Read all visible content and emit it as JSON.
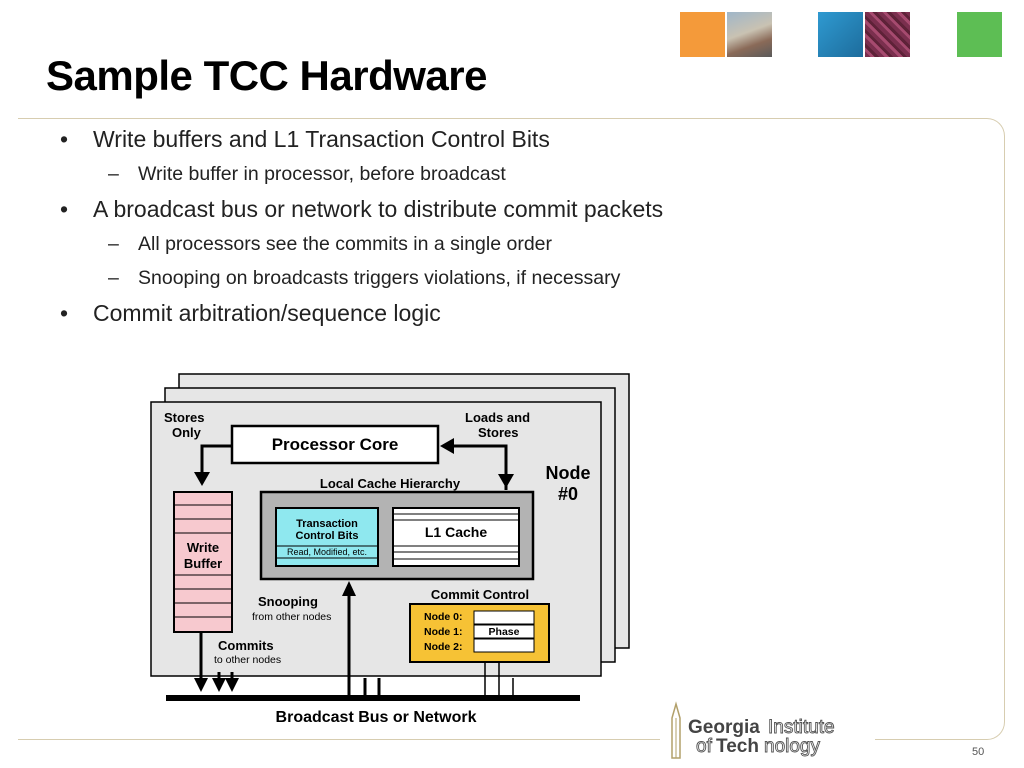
{
  "slide": {
    "title": "Sample TCC Hardware",
    "page_number": "50"
  },
  "bullets": [
    {
      "level": 1,
      "text": "Write buffers and L1 Transaction Control Bits"
    },
    {
      "level": 2,
      "text": "Write buffer in processor, before broadcast"
    },
    {
      "level": 1,
      "text": "A broadcast bus or network to distribute commit packets"
    },
    {
      "level": 2,
      "text": "All processors see the commits in a single order"
    },
    {
      "level": 2,
      "text": "Snooping on broadcasts triggers violations, if necessary"
    },
    {
      "level": 1,
      "text": "Commit arbitration/sequence logic"
    }
  ],
  "bullet_glyphs": {
    "level1": "•",
    "level2": "–"
  },
  "diagram": {
    "stores_only_1": "Stores",
    "stores_only_2": "Only",
    "loads_stores_1": "Loads and",
    "loads_stores_2": "Stores",
    "processor_core": "Processor Core",
    "node_1": "Node",
    "node_2": "#0",
    "local_cache": "Local Cache Hierarchy",
    "tcb_1": "Transaction",
    "tcb_2": "Control Bits",
    "tcb_sub": "Read, Modified, etc.",
    "l1_cache": "L1 Cache",
    "write_buffer_1": "Write",
    "write_buffer_2": "Buffer",
    "snooping": "Snooping",
    "snooping_sub": "from other nodes",
    "commits": "Commits",
    "commits_sub": "to other nodes",
    "commit_control": "Commit Control",
    "node0": "Node 0:",
    "node1": "Node 1:",
    "node2": "Node 2:",
    "phase": "Phase",
    "bus": "Broadcast Bus or Network"
  },
  "logo": {
    "georgia": "Georgia",
    "institute": "Institute",
    "of": "of",
    "tech": "Tech",
    "nology": "nology"
  },
  "colors": {
    "cyan": "#8fe8ef",
    "yellow": "#f6c235",
    "pink": "#f7c9cf",
    "orange": "#f49a3a",
    "blue": "#2a87c0",
    "green": "#5dbe54",
    "gold": "#b2a06a"
  }
}
